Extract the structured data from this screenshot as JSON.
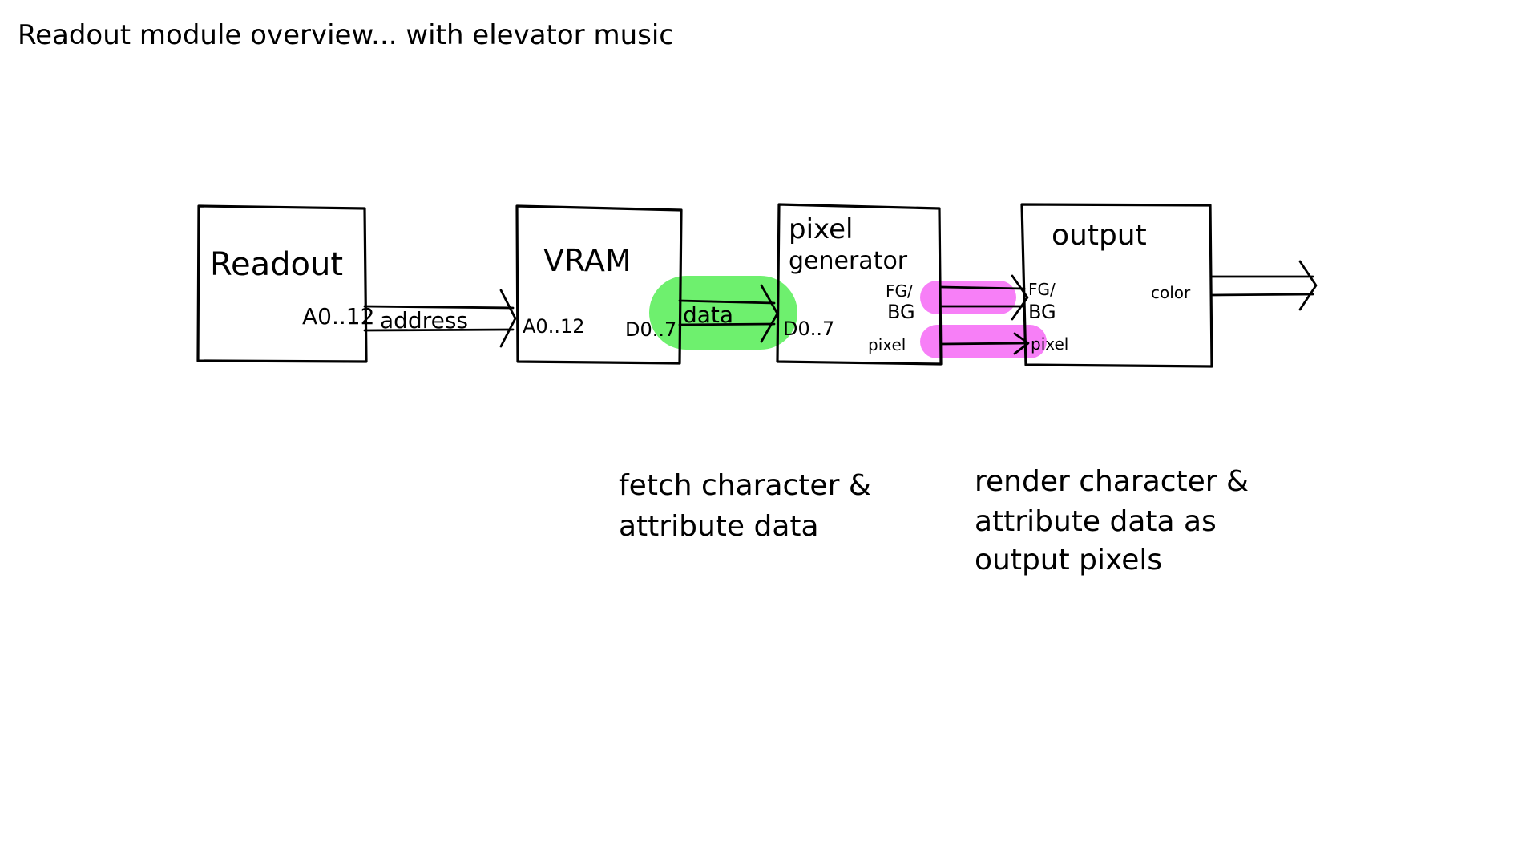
{
  "title": "Readout module overview... with elevator music",
  "colors": {
    "ink": "#000000",
    "background": "#ffffff",
    "data_highlight": "#6ef06e",
    "pixel_highlight": "#f77ff7"
  },
  "blocks": {
    "readout": {
      "label": "Readout",
      "port_out": "A0..12"
    },
    "vram": {
      "label": "VRAM",
      "port_in": "A0..12",
      "port_out": "D0..7"
    },
    "pixel_generator": {
      "label_line1": "pixel",
      "label_line2": "generator",
      "port_in": "D0..7",
      "port_fgbg_line1": "FG/",
      "port_fgbg_line2": "BG",
      "port_pixel": "pixel"
    },
    "output": {
      "label": "output",
      "port_fgbg_line1": "FG/",
      "port_fgbg_line2": "BG",
      "port_pixel": "pixel",
      "port_color": "color"
    }
  },
  "buses": {
    "address": "address",
    "data": "data"
  },
  "notes": {
    "fetch_line1": "fetch character &",
    "fetch_line2": "attribute data",
    "render_line1": "render character &",
    "render_line2": "attribute data as",
    "render_line3": "output pixels"
  }
}
